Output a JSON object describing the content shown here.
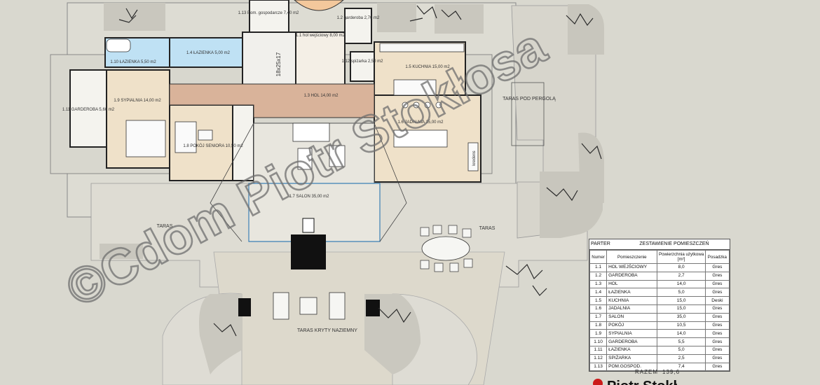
{
  "plan": {
    "rooms": [
      {
        "id": "r1_13",
        "label": "1.13 Pom. gospodarcze 7,40 m2"
      },
      {
        "id": "r1_1",
        "label": "1.1 hol wejściowy 8,00 m2"
      },
      {
        "id": "r1_2",
        "label": "1.2 garderoba 2,70 m2"
      },
      {
        "id": "r1_10",
        "label": "1.10 ŁAZIENKA 5,50 m2"
      },
      {
        "id": "r1_4",
        "label": "1.4 ŁAZIENKA 5,00 m2"
      },
      {
        "id": "r1_12",
        "label": "1.12 spiżarka 2,50 m2"
      },
      {
        "id": "r1_5",
        "label": "1.5 KUCHNIA 15,00 m2"
      },
      {
        "id": "r1_11",
        "label": "1.11 GARDEROBA 5,60 m2"
      },
      {
        "id": "r1_9",
        "label": "1.9 SYPIALNIA 14,00 m2"
      },
      {
        "id": "r1_3",
        "label": "1.3 HOL 14,00 m2"
      },
      {
        "id": "r1_6",
        "label": "1.6 JADALNIA 15,00 m2"
      },
      {
        "id": "r1_8",
        "label": "1.8 POKÓJ SENIORA 10,50 m2"
      },
      {
        "id": "r1_7",
        "label": "1.7 SALON 35,00 m2"
      }
    ],
    "terraces": {
      "left": "TARAS",
      "right": "TARAS",
      "pergola": "TARAS POD PERGOLĄ",
      "covered": "TARAS KRYTY NAZIEMNY"
    },
    "stairs_label": "18x25x17",
    "sideboard_label": "kredens"
  },
  "watermark": "©Cdom Piotr Stokłosa",
  "logo_text": "Piotr Stokł",
  "table": {
    "title_left": "PARTER",
    "title_right": "ZESTAWIENIE POMIESZCZEŃ",
    "headers": [
      "Numer",
      "Pomieszczenie",
      "Powierzchnia użytkowa [m²]",
      "Posadzka"
    ],
    "rows": [
      [
        "1.1",
        "HOL WEJŚCIOWY",
        "8,0",
        "Gres"
      ],
      [
        "1.2",
        "GARDEROBA",
        "2,7",
        "Gres"
      ],
      [
        "1.3",
        "HOL",
        "14,0",
        "Gres"
      ],
      [
        "1.4",
        "ŁAZIENKA",
        "5,0",
        "Gres"
      ],
      [
        "1.5",
        "KUCHNIA",
        "15,0",
        "Deski"
      ],
      [
        "1.6",
        "JADALNIA",
        "15,0",
        "Gres"
      ],
      [
        "1.7",
        "SALON",
        "35,0",
        "Gres"
      ],
      [
        "1.8",
        "POKÓJ",
        "10,5",
        "Gres"
      ],
      [
        "1.9",
        "SYPIALNIA",
        "14,0",
        "Gres"
      ],
      [
        "1.10",
        "GARDEROBA",
        "5,5",
        "Gres"
      ],
      [
        "1.11",
        "ŁAZIENKA",
        "5,0",
        "Gres"
      ],
      [
        "1.12",
        "SPIŻARKA",
        "2,5",
        "Gres"
      ],
      [
        "1.13",
        "POM.GOSPOD.",
        "7,4",
        "Gres"
      ]
    ],
    "total_label": "RAZEM",
    "total_value": "139,6"
  },
  "colors": {
    "background": "#d9d8cf",
    "floor_warm": "#efe1c9",
    "floor_hall": "#d9b39a",
    "bathroom": "#bfe1f4",
    "terrace": "#dedcd3",
    "wall": "#222222",
    "logo_red": "#cc1a1a"
  }
}
